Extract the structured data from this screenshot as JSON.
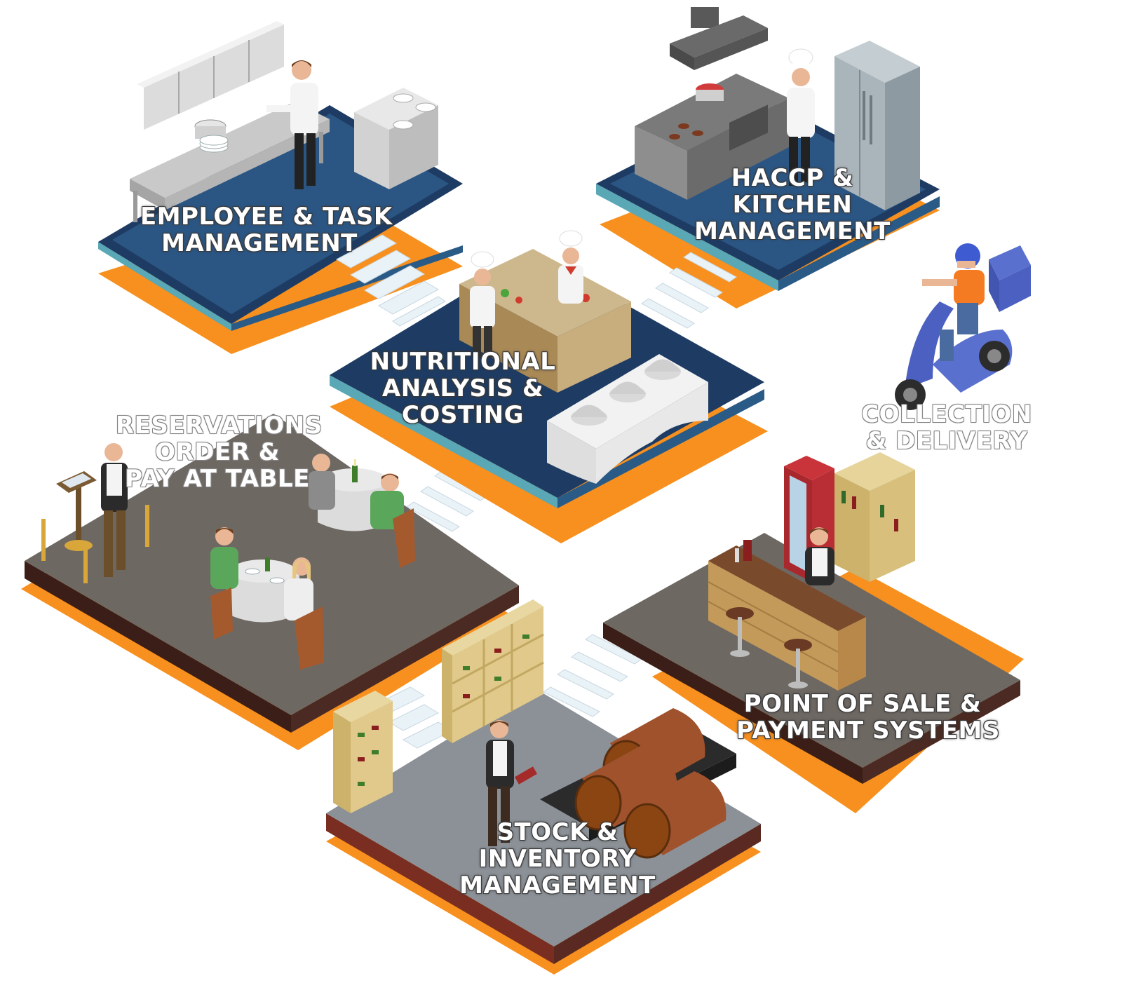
{
  "zones": {
    "employee": {
      "lines": [
        "EMPLOYEE & TASK",
        "MANAGEMENT"
      ]
    },
    "haccp": {
      "lines": [
        "HACCP &",
        "KITCHEN",
        "MANAGEMENT"
      ]
    },
    "nutrition": {
      "lines": [
        "NUTRITIONAL",
        "ANALYSIS &",
        "COSTING"
      ]
    },
    "reservations": {
      "lines": [
        "RESERVATIONS",
        "ORDER &",
        "PAY AT TABLE"
      ]
    },
    "delivery": {
      "lines": [
        "COLLECTION",
        "& DELIVERY"
      ]
    },
    "pos": {
      "lines": [
        "POINT OF SALE &",
        "PAYMENT SYSTEMS"
      ]
    },
    "stock": {
      "lines": [
        "STOCK &",
        "INVENTORY",
        "MANAGEMENT"
      ]
    }
  },
  "colors": {
    "orange": "#f7901e",
    "navy": "#1e3c63",
    "navy_edge": "#2a5a86",
    "teal": "#5aa7b5",
    "brown": "#6e6863",
    "brown_side": "#3b1e17",
    "grey_floor": "#8b9197",
    "stairs": "#e9f2f7"
  }
}
